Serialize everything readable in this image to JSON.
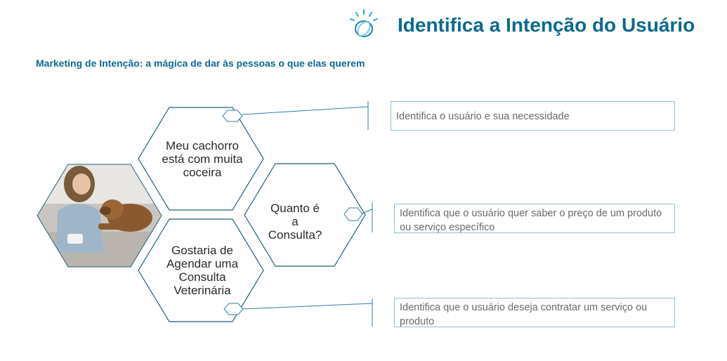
{
  "header": {
    "title": "Identifica a Intenção do Usuário",
    "logo_icon": "lightbulb-sparks-icon"
  },
  "subtitle": "Marketing de Intenção: a mágica de dar às pessoas o que elas querem",
  "colors": {
    "accent": "#0b6a8e",
    "hex_stroke": "#1f5f7a",
    "box_border": "#8fbfd3",
    "box_text": "#6a6a6a"
  },
  "hexagons": [
    {
      "text": "Meu cachorro está com muita coceira"
    },
    {
      "text": "Quanto é a Consulta?"
    },
    {
      "text": "Gostaria de Agendar uma Consulta Veterinária"
    }
  ],
  "callouts": [
    {
      "text": "Identifica o usuário e sua necessidade"
    },
    {
      "text": "Identifica que o usuário quer saber o preço de um produto ou serviço específico"
    },
    {
      "text": "Identifica que o usuário deseja contratar um serviço ou produto"
    }
  ],
  "photo": {
    "description_icon": "woman-with-dog-photo"
  }
}
